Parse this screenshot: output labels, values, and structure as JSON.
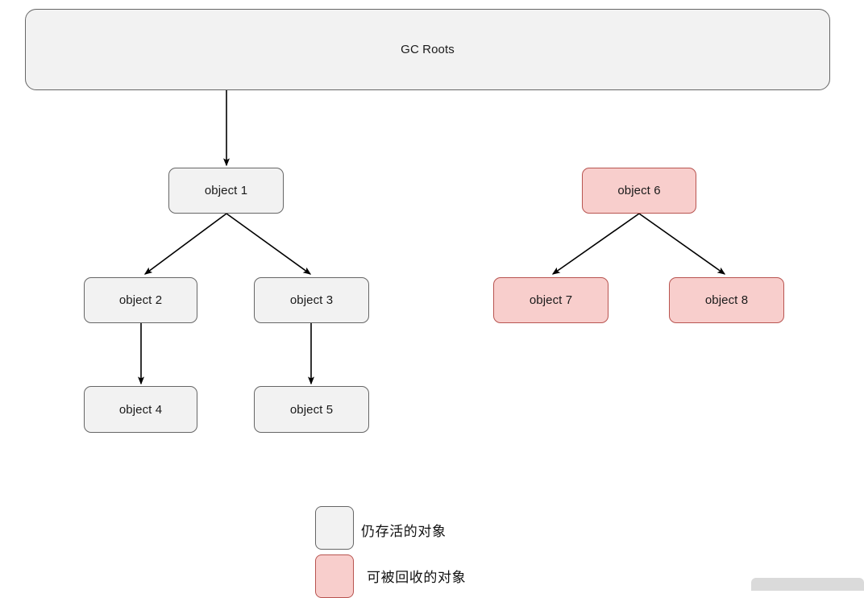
{
  "diagram": {
    "title_node": {
      "label": "GC Roots"
    },
    "nodes": [
      {
        "id": "obj1",
        "label": "object 1",
        "state": "alive"
      },
      {
        "id": "obj2",
        "label": "object 2",
        "state": "alive"
      },
      {
        "id": "obj3",
        "label": "object 3",
        "state": "alive"
      },
      {
        "id": "obj4",
        "label": "object 4",
        "state": "alive"
      },
      {
        "id": "obj5",
        "label": "object 5",
        "state": "alive"
      },
      {
        "id": "obj6",
        "label": "object 6",
        "state": "garbage"
      },
      {
        "id": "obj7",
        "label": "object 7",
        "state": "garbage"
      },
      {
        "id": "obj8",
        "label": "object 8",
        "state": "garbage"
      }
    ],
    "edges": [
      {
        "from": "GC Roots",
        "to": "object 1"
      },
      {
        "from": "object 1",
        "to": "object 2"
      },
      {
        "from": "object 1",
        "to": "object 3"
      },
      {
        "from": "object 2",
        "to": "object 4"
      },
      {
        "from": "object 3",
        "to": "object 5"
      },
      {
        "from": "object 6",
        "to": "object 7"
      },
      {
        "from": "object 6",
        "to": "object 8"
      }
    ],
    "legend": [
      {
        "swatch": "alive",
        "label": "仍存活的对象"
      },
      {
        "swatch": "garbage",
        "label": "可被回收的对象"
      }
    ],
    "colors": {
      "alive_fill": "#f2f2f2",
      "alive_border": "#666666",
      "garbage_fill": "#f8cecc",
      "garbage_border": "#b85450",
      "edge": "#000000",
      "background": "#ffffff",
      "bottom_bar": "#dadada"
    }
  }
}
